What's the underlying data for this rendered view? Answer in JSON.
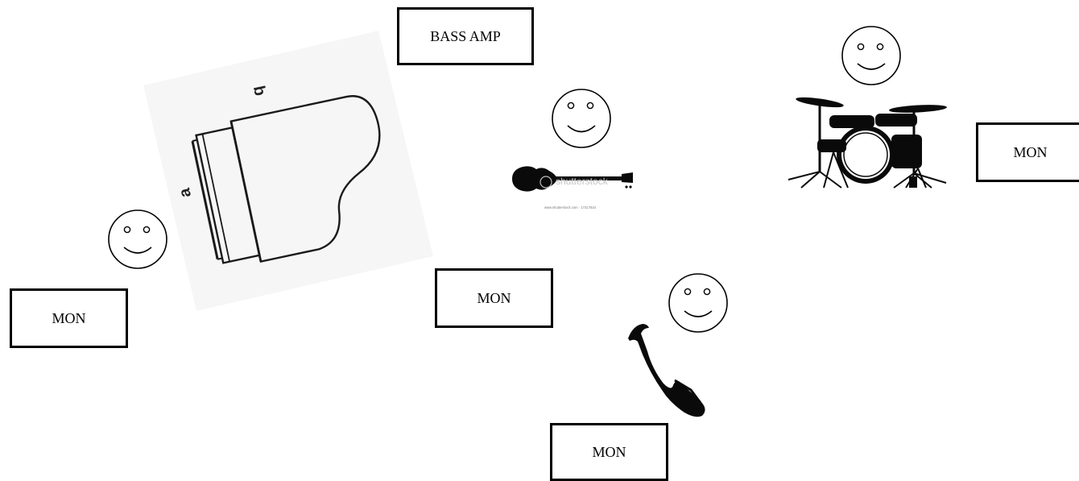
{
  "boxes": {
    "bass_amp": "BASS AMP",
    "mon_piano": "MON",
    "mon_center": "MON",
    "mon_drums": "MON",
    "mon_sax": "MON"
  },
  "piano": {
    "dim_a": "a",
    "dim_b": "b"
  },
  "guitar": {
    "watermark": "shutterstock",
    "caption": "www.shutterstock.com · 17317624"
  },
  "icons": {
    "musicians": "smiley-face",
    "piano": "grand-piano",
    "bass": "bass-guitar",
    "drums": "drum-kit",
    "sax": "saxophone"
  }
}
